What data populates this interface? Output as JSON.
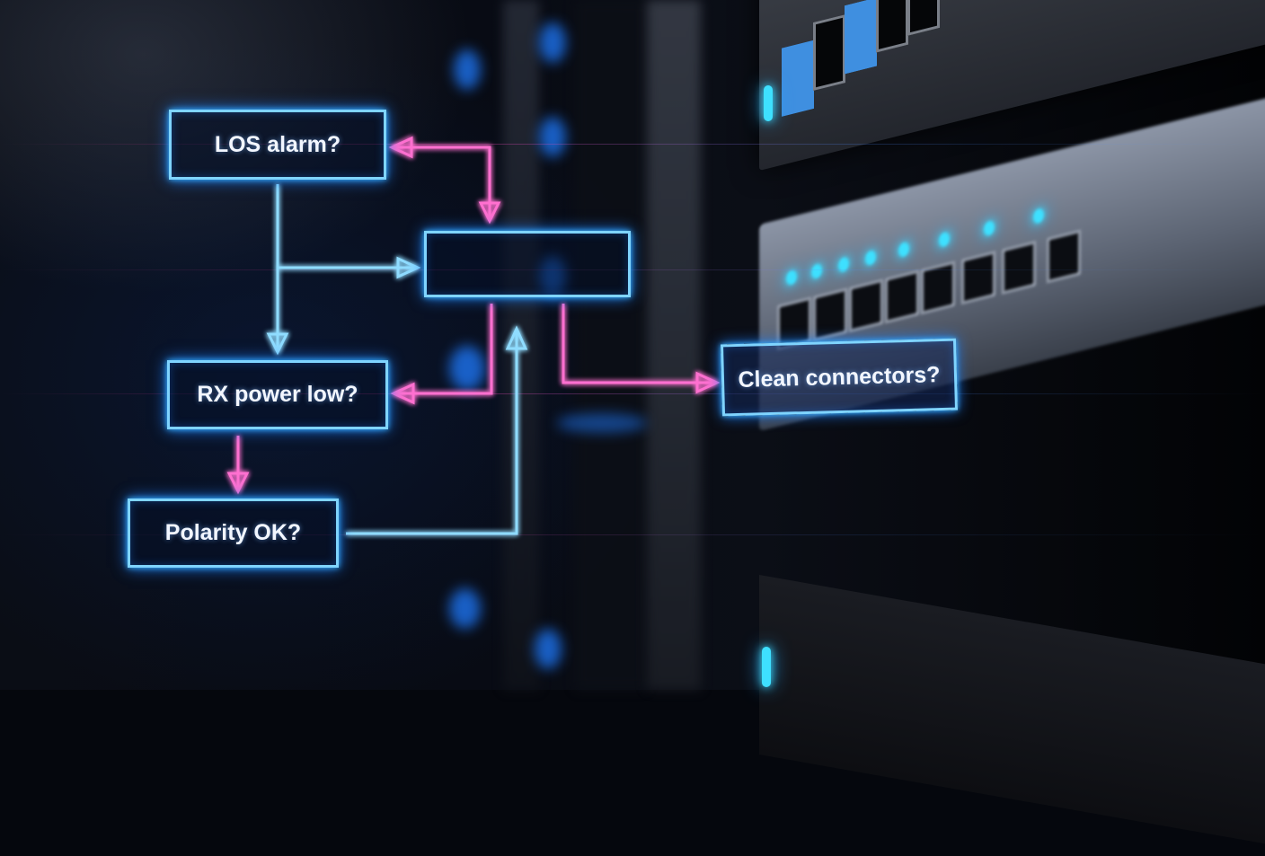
{
  "diagram": {
    "title": "",
    "nodes": [
      {
        "id": "los",
        "label": "LOS alarm?"
      },
      {
        "id": "center",
        "label": ""
      },
      {
        "id": "rx",
        "label": "RX power low?"
      },
      {
        "id": "polarity",
        "label": "Polarity OK?"
      },
      {
        "id": "clean",
        "label": "Clean connectors?"
      }
    ],
    "edges": [
      {
        "from": "los",
        "to": "rx",
        "color": "blue",
        "style": "arrow"
      },
      {
        "from": "los",
        "to": "center",
        "color": "blue",
        "style": "arrow"
      },
      {
        "from": "center",
        "to": "los",
        "color": "magenta",
        "style": "bidirectional"
      },
      {
        "from": "center",
        "to": "rx",
        "color": "magenta",
        "style": "arrow"
      },
      {
        "from": "center",
        "to": "clean",
        "color": "magenta",
        "style": "arrow"
      },
      {
        "from": "rx",
        "to": "polarity",
        "color": "magenta",
        "style": "arrow"
      },
      {
        "from": "polarity",
        "to": "center",
        "color": "blue",
        "style": "arrow"
      }
    ]
  },
  "colors": {
    "node_border": "#7fd4ff",
    "blue_wire": "#8fdcff",
    "magenta_wire": "#ff6fd0",
    "glow_blue": "#1e7fff",
    "glow_magenta": "#ff2fa8",
    "led_cyan": "#3ee0ff"
  }
}
